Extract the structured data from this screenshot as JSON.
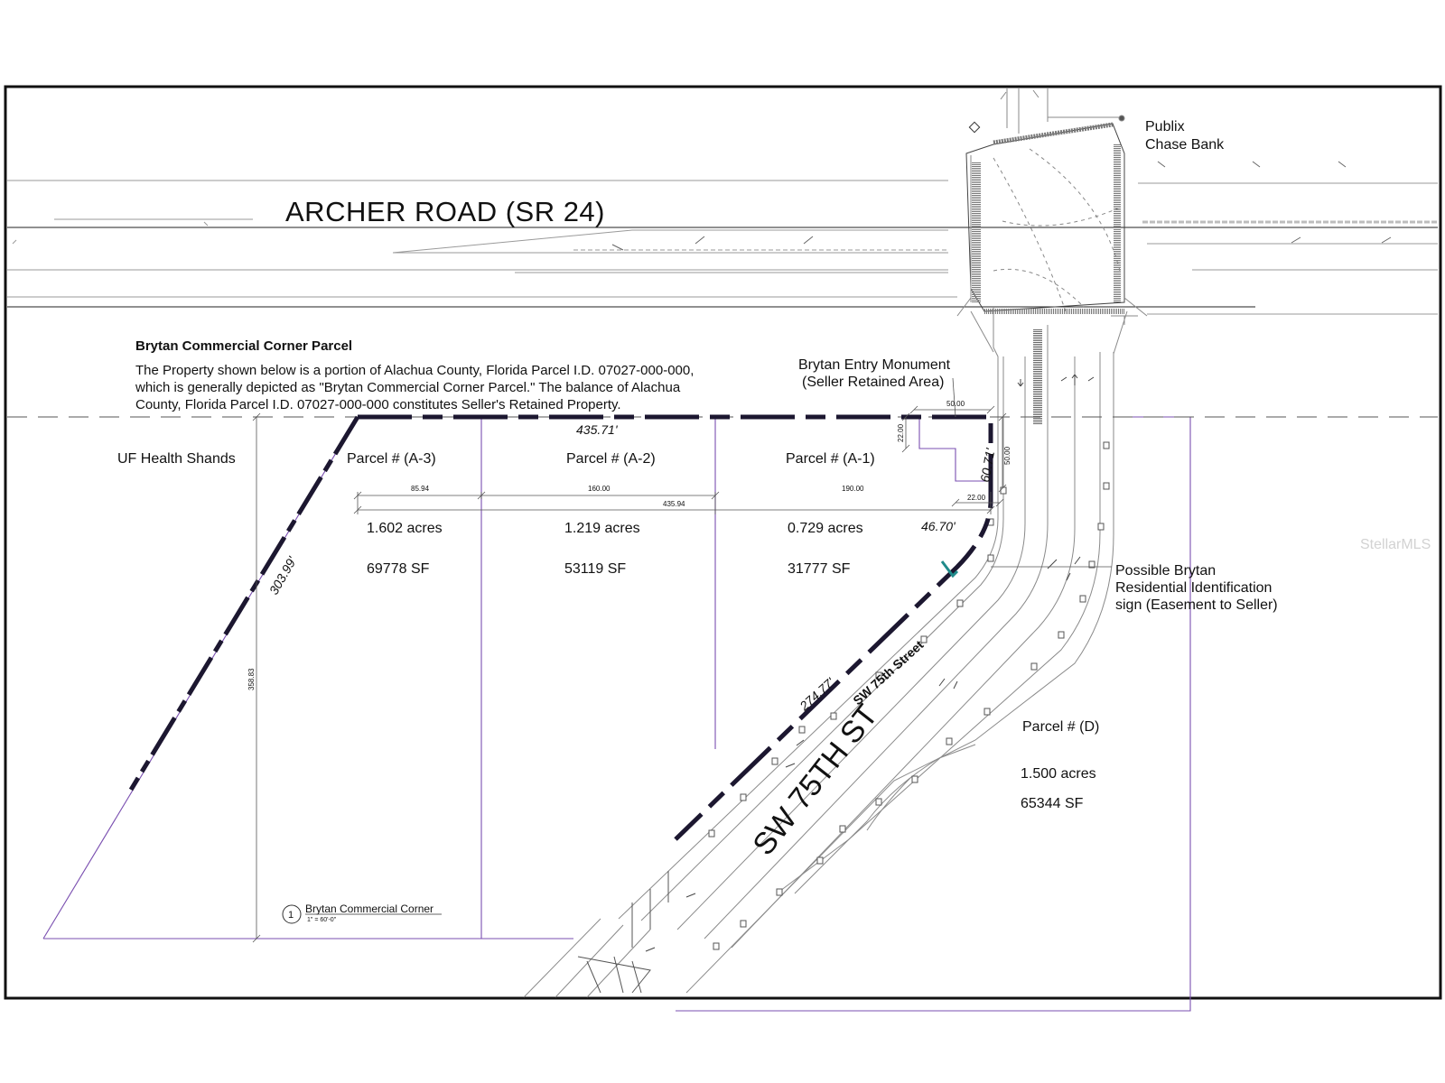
{
  "road_label": "ARCHER ROAD (SR 24)",
  "neighbors": {
    "publix": "Publix",
    "chase_bank": "Chase Bank",
    "uf_health": "UF Health Shands"
  },
  "description": {
    "title": "Brytan Commercial Corner Parcel",
    "line1": "The Property shown below is a portion of Alachua County, Florida Parcel I.D. 07027-000-000,",
    "line2": "which is generally depicted as \"Brytan Commercial Corner Parcel.\" The balance of Alachua",
    "line3": "County, Florida Parcel I.D. 07027-000-000 constitutes Seller's Retained Property."
  },
  "entry_monument": {
    "line1": "Brytan Entry Monument",
    "line2": "(Seller Retained Area)"
  },
  "parcels": {
    "a3": {
      "name": "Parcel # (A-3)",
      "acres": "1.602 acres",
      "sf": "69778 SF"
    },
    "a2": {
      "name": "Parcel # (A-2)",
      "acres": "1.219 acres",
      "sf": "53119 SF"
    },
    "a1": {
      "name": "Parcel # (A-1)",
      "acres": "0.729 acres",
      "sf": "31777 SF"
    },
    "d": {
      "name": "Parcel # (D)",
      "acres": "1.500 acres",
      "sf": "65344 SF"
    }
  },
  "dimensions": {
    "top": "435.71'",
    "right": "60.71'",
    "corner": "46.70'",
    "diagonal": "274.77'",
    "left": "303.99'",
    "height": "358.83",
    "d_50_top": "50.00",
    "d_22_vert": "22.00",
    "d_50_vert": "50.00",
    "d_22_horiz": "22.00",
    "d_8594": "85.94",
    "d_16000": "160.00",
    "d_19000": "190.00",
    "d_43594": "435.94"
  },
  "sign_note": {
    "line1": "Possible Brytan",
    "line2": "Residential Identification",
    "line3": "sign (Easement to Seller)"
  },
  "streets": {
    "small": "SW 75th Street",
    "large": "SW 75TH ST"
  },
  "detail_tag": {
    "number": "1",
    "title": "Brytan Commercial Corner",
    "scale": "1\" = 60'-0\""
  },
  "watermark": "StellarMLS",
  "colors": {
    "boundary": "#1c1730",
    "parcel_lines": "#7a4fb0",
    "linework": "#9a9a9a",
    "frame": "#111111",
    "sign_marker": "#1f8a8a"
  }
}
